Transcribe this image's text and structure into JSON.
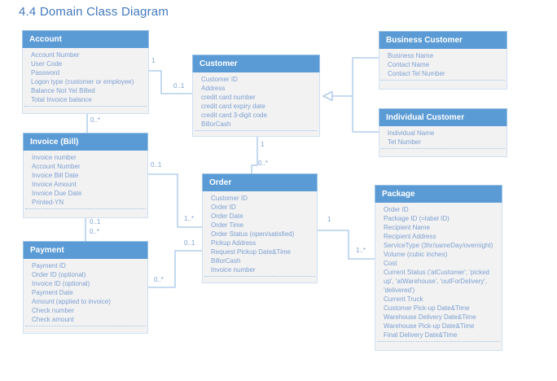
{
  "title": "4.4 Domain Class Diagram",
  "colors": {
    "header_blue": "#5b9bd5",
    "header_border": "#9dc3e6",
    "body_bg": "#f2f2f2",
    "attribute_text": "#7da0d2",
    "connector_line": "#a5c5e7",
    "title_text": "#4379bd"
  },
  "classes": {
    "account": {
      "name": "Account",
      "attributes": [
        "Account Number",
        "User Code",
        "Password",
        "Logon type (customer or employee)",
        "Balance Not Yet Billed",
        "Total Invoice balance"
      ]
    },
    "customer": {
      "name": "Customer",
      "attributes": [
        "Customer ID",
        "Address",
        "credit card number",
        "credit card expiry date",
        "credit card 3-digit code",
        "BillorCash"
      ]
    },
    "business_customer": {
      "name": "Business Customer",
      "attributes": [
        "Business Name",
        "Contact Name",
        "Contact Tel Number"
      ]
    },
    "individual_customer": {
      "name": "Individual Customer",
      "attributes": [
        "Individual Name",
        "Tel Number"
      ]
    },
    "invoice": {
      "name": "Invoice (Bill)",
      "attributes": [
        "Invoice number",
        "Account Number",
        "Invoice Bill Date",
        "Invoice Amount",
        "Invoice Due Date",
        "Printed-YN"
      ]
    },
    "order": {
      "name": "Order",
      "attributes": [
        "Customer ID",
        "Order ID",
        "Order Date",
        "Order Time",
        "Order Status (open/satisfied)",
        "Pickup Address",
        "Request Pickup Date&Time",
        "BillorCash",
        "Invoice number"
      ]
    },
    "payment": {
      "name": "Payment",
      "attributes": [
        "Payment ID",
        "Order ID (optional)",
        "Invoice ID (optional)",
        "Payment Date",
        "Amount (applied to invoice)",
        "Check number",
        "Check amount"
      ]
    },
    "package": {
      "name": "Package",
      "attributes": [
        "Order ID",
        "Package ID (=label ID)",
        "Recipient Name",
        "Recipient Address",
        "ServiceType (3hr/sameDay/overnight)",
        "Volume (cubic inches)",
        "Cost",
        "Current Status ('atCustomer', 'picked up', 'atWarehouse', 'outForDelivery', 'delivered')",
        "Current Truck",
        "Customer Pick-up Date&Time",
        "Warehouse Delivery Date&Time",
        "Warehouse Pick-up Date&Time",
        "Final Delivery Date&Time"
      ]
    }
  },
  "multiplicities": {
    "account_customer_account_side": "1",
    "account_customer_customer_side": "0..1",
    "account_invoice_invoice_side": "0..*",
    "customer_order_customer_side": "1",
    "customer_order_order_side": "0..*",
    "invoice_order_invoice_side": "0..1",
    "invoice_order_order_side": "1..*",
    "invoice_payment_invoice_side": "0..1",
    "invoice_payment_payment_side": "0..*",
    "payment_order_order_side": "0..1",
    "payment_order_payment_side": "0..*",
    "order_package_order_side": "1",
    "order_package_package_side": "1..*"
  }
}
